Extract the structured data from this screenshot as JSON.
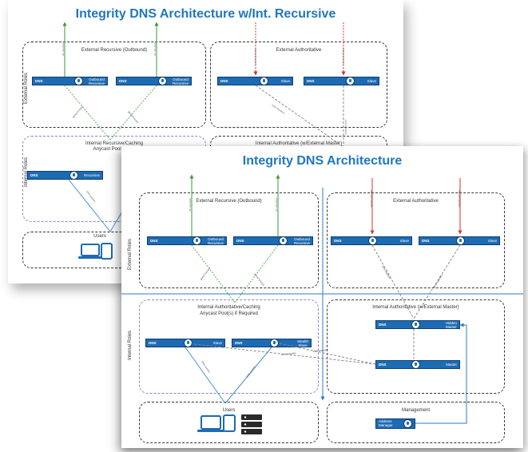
{
  "back_slide": {
    "title": "Integrity DNS Architecture w/Int. Recursive",
    "external_roles_label": "External Roles",
    "internal_roles_label": "Internal Roles",
    "ext_recursive_box": "External Recursive (Outbound)",
    "ext_authoritative_box": "External Authoritative",
    "int_recursive_box_line1": "Internal Recursive/Caching",
    "int_recursive_box_line2": "Anycast Pool(s) if R",
    "int_authoritative_box": "Internal Authoritative (w/External Master)",
    "users_label": "Users",
    "nodes": {
      "dns": "DNS",
      "outbound_recursive_1": "Outbound",
      "outbound_recursive_2": "Recursive",
      "slave": "Slave",
      "recursive": "Recursive"
    },
    "edge_labels": {
      "int_recursion": "Int. recursion",
      "global_forward": "global forward",
      "inbound_queries": "Inbound queries",
      "zone_transfers": "zone transfers",
      "dns_queries": "DNS queries"
    }
  },
  "front_slide": {
    "title": "Integrity DNS Architecture",
    "external_roles_label": "External Roles",
    "internal_roles_label": "Internal Roles",
    "ext_recursive_box": "External Recursive (Outbound)",
    "ext_authoritative_box": "External Authoritative",
    "int_auth_caching_box_line1": "Internal Authoritative/Caching",
    "int_auth_caching_box_line2": "Anycast Pool(s) if Required",
    "int_authoritative_box": "Internal Authoritative (w/External Master)",
    "users_box": "Users",
    "management_box": "Management",
    "nodes": {
      "dns": "DNS",
      "outbound_recursive_1": "Outbound",
      "outbound_recursive_2": "Recursive",
      "slave": "Slave",
      "stealth_slave_1": "Stealth",
      "stealth_slave_2": "Slave",
      "hidden_master_1": "Hidden",
      "hidden_master_2": "Master",
      "master": "Master",
      "address_manager_1": "Address",
      "address_manager_2": "Manager"
    },
    "edge_labels": {
      "int_recursion": "Int. recursion",
      "global_forward": "global forward",
      "inbound_queries": "Inbound queries",
      "zone_transfers": "zone transfers",
      "dns_queries": "DNS queries"
    }
  },
  "colors": {
    "title": "#1f77c0",
    "node_fill": "#1d6bb3",
    "outbound_arrow": "#3a9a3a",
    "inbound_arrow": "#d03030",
    "zone_transfer": "#888888",
    "query_line": "#4a8fd0",
    "divider": "#2e7ac8"
  },
  "icons": [
    "laptop-icon",
    "tablet-icon",
    "server-rack-icon",
    "dns-node-icon"
  ]
}
